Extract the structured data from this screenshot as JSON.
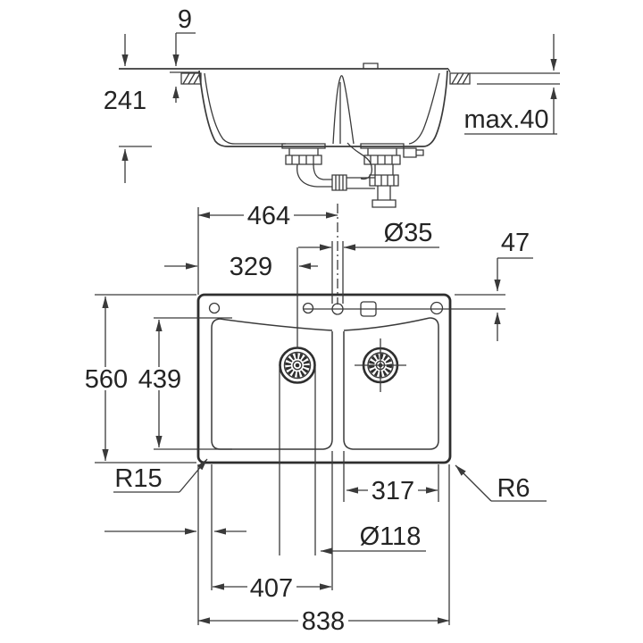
{
  "drawing": {
    "type": "sink-installation-technical-drawing",
    "line_color": "#3a3a3a",
    "text_color": "#242424",
    "background_color": "#ffffff",
    "views": {
      "side_elevation": "sink cross-section in countertop with faucet shank and drain plumbing",
      "plan": "double-bowl sink top view with two drain strainers and four deck holes"
    },
    "dims": {
      "rim_height": "9",
      "total_depth": "241",
      "counter_thickness_max": "max.40",
      "faucet_offset": "464",
      "drain_offset": "329",
      "faucet_hole_diameter": "Ø35",
      "hole_center_from_edge": "47",
      "overall_depth": "560",
      "bowl_inner_depth": "439",
      "inner_corner_radius": "R15",
      "right_bowl_width": "317",
      "outer_corner_radius": "R6",
      "drain_diameter": "Ø118",
      "left_bowl_width": "407",
      "overall_width": "838"
    }
  }
}
